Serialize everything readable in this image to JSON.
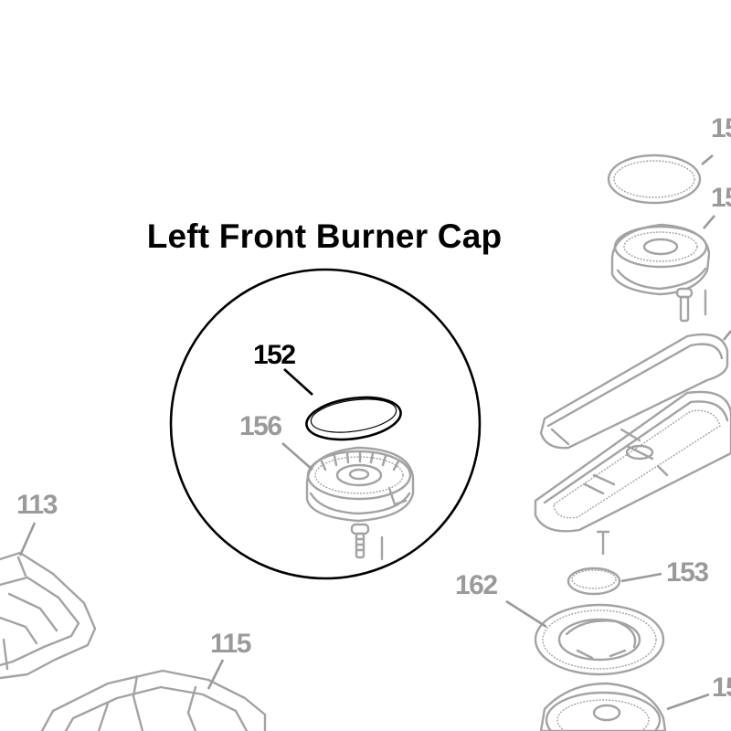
{
  "title": "Left Front Burner Cap",
  "callouts": {
    "main_part": "152",
    "burner_base_inset": "156",
    "grate_left": "113",
    "grate_bottom": "115",
    "ring_right": "162",
    "small_cap_right": "153",
    "top_right_a": "15",
    "top_right_b": "15",
    "bottom_right": "15"
  }
}
